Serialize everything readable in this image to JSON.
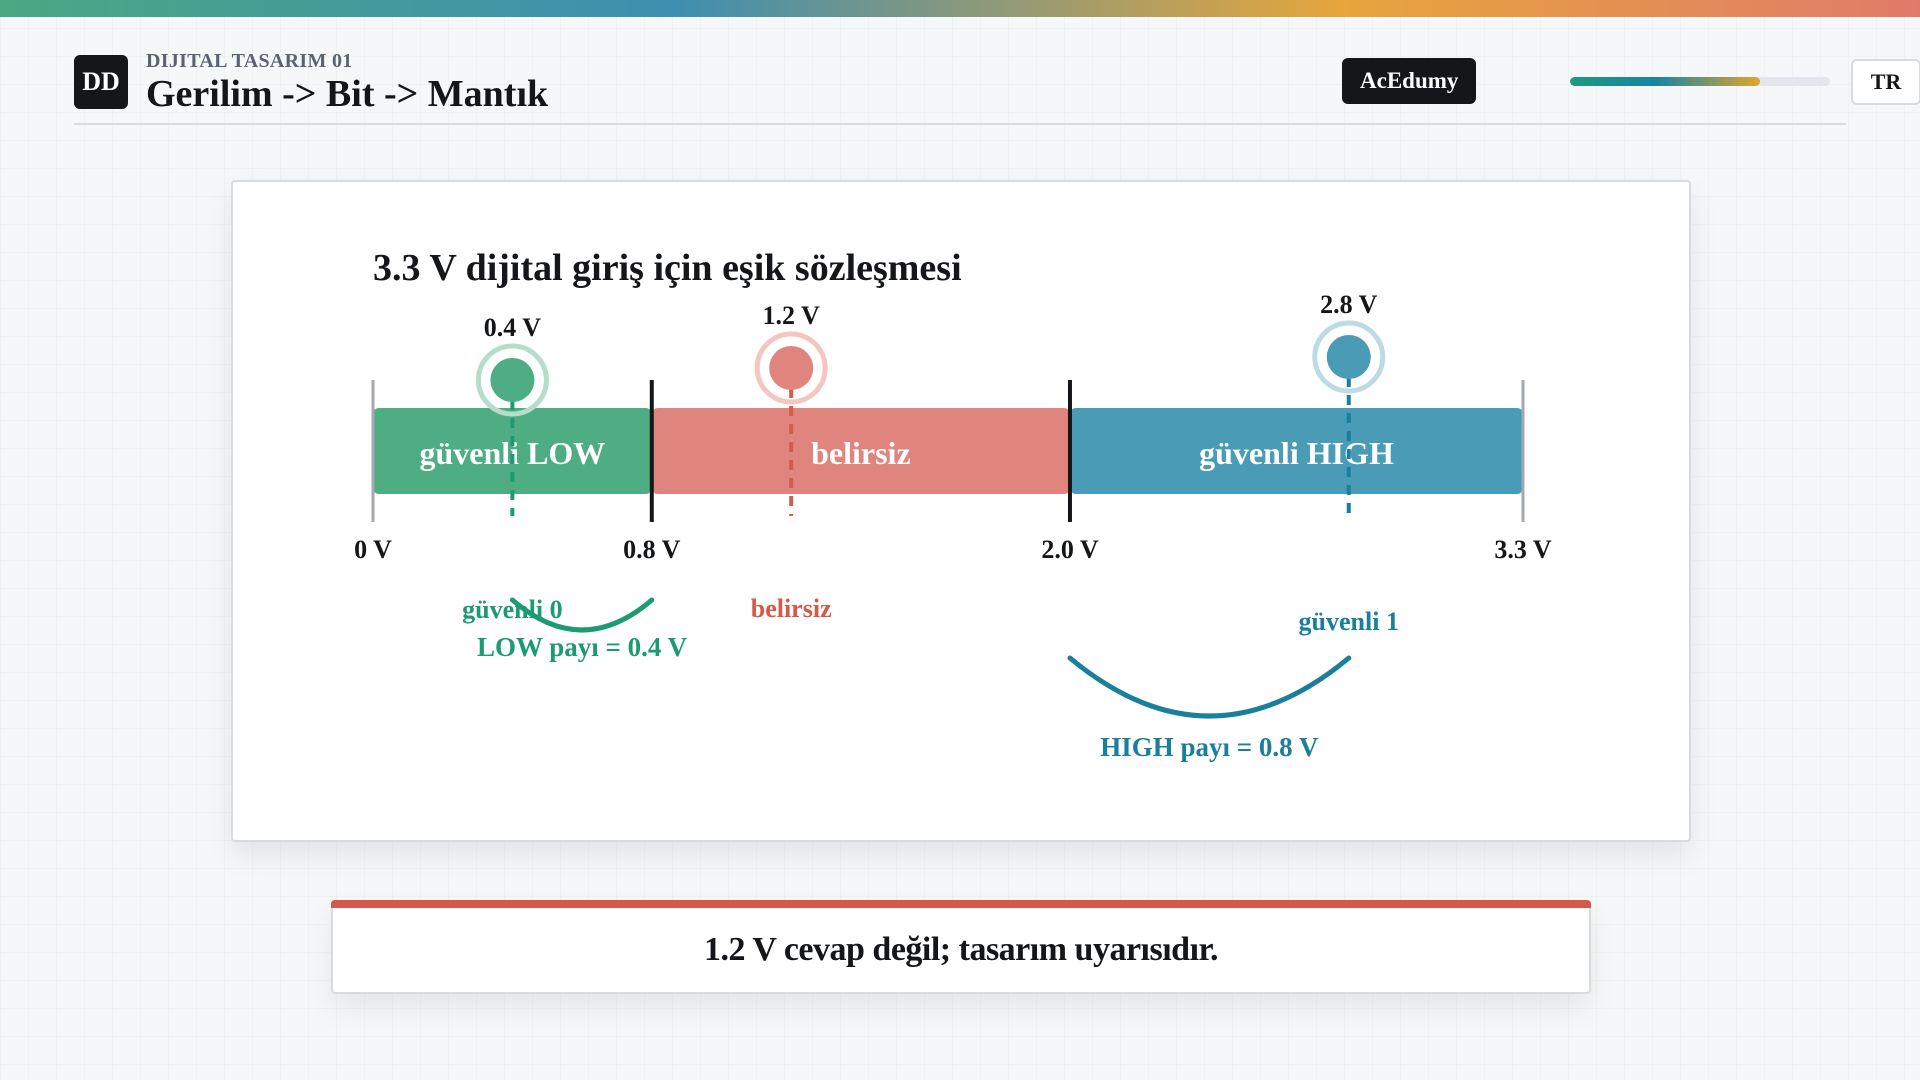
{
  "header": {
    "logo_text": "DD",
    "kicker": "DIJITAL TASARIM 01",
    "title": "Gerilim -> Bit -> Mantık",
    "brand": "AcEdumy",
    "progress_percent": 73,
    "language": "TR"
  },
  "diagram": {
    "title": "3.3 V dijital giriş için eşik sözleşmesi",
    "scale_min": 0,
    "scale_max": 3.3,
    "zones": [
      {
        "label": "güvenli LOW",
        "from": 0,
        "to": 0.8,
        "color": "#4fad84"
      },
      {
        "label": "belirsiz",
        "from": 0.8,
        "to": 2.0,
        "color": "#e0857d"
      },
      {
        "label": "güvenli HIGH",
        "from": 2.0,
        "to": 3.3,
        "color": "#4a9bb5"
      }
    ],
    "ticks": [
      {
        "value": 0,
        "label": "0 V"
      },
      {
        "value": 0.8,
        "label": "0.8 V"
      },
      {
        "value": 2.0,
        "label": "2.0 V"
      },
      {
        "value": 3.3,
        "label": "3.3 V"
      }
    ],
    "markers": [
      {
        "value": 0.4,
        "label": "0.4 V",
        "status": "güvenli 0",
        "color": "#1e9a72",
        "fill": "#4fad84",
        "ring": "#b5ddcc"
      },
      {
        "value": 1.2,
        "label": "1.2 V",
        "status": "belirsiz",
        "color": "#d45a4c",
        "fill": "#e0857d",
        "ring": "#f3c6c1"
      },
      {
        "value": 2.8,
        "label": "2.8 V",
        "status": "güvenli 1",
        "color": "#1a7f9c",
        "fill": "#4a9bb5",
        "ring": "#bcdbe6"
      }
    ],
    "margins": [
      {
        "label": "LOW payı = 0.4 V",
        "from": 0.4,
        "to": 0.8,
        "color": "#1e9a72"
      },
      {
        "label": "HIGH payı = 0.8 V",
        "from": 2.0,
        "to": 2.8,
        "color": "#1a7f9c"
      }
    ]
  },
  "callout": {
    "text": "1.2 V cevap değil; tasarım uyarısıdır.",
    "accent": "#d4574a"
  }
}
